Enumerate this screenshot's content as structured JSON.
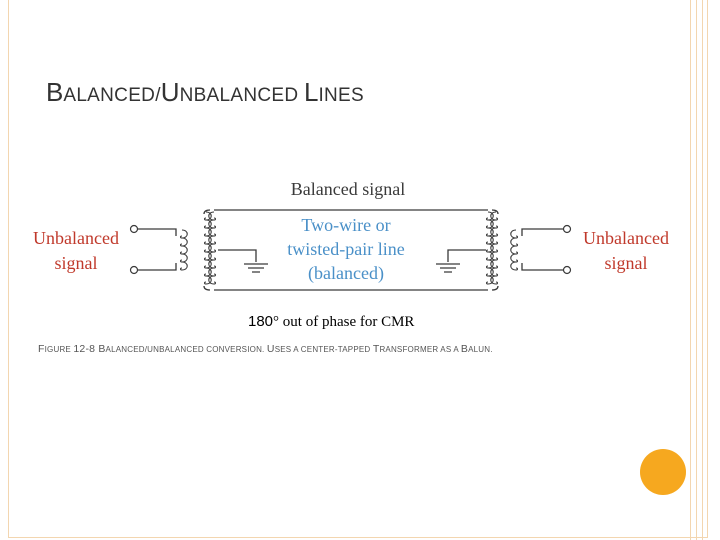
{
  "slide": {
    "title": {
      "text": "BALANCED/UNBALANCED LINES",
      "parts": [
        {
          "t": "B",
          "k": "cap"
        },
        {
          "t": "ALANCED/",
          "k": "sc"
        },
        {
          "t": "U",
          "k": "cap"
        },
        {
          "t": "NBALANCED ",
          "k": "sc"
        },
        {
          "t": "L",
          "k": "cap"
        },
        {
          "t": "INES",
          "k": "sc"
        }
      ]
    },
    "diagram": {
      "balanced_label": "Balanced signal",
      "center_label": [
        "Two-wire or",
        "twisted-pair line",
        "(balanced)"
      ],
      "left_label": [
        "Unbalanced",
        "signal"
      ],
      "right_label": [
        "Unbalanced",
        "signal"
      ],
      "colors": {
        "text": "#3a3a3a",
        "center_text": "#4a90c8",
        "accent_text": "#c0392b",
        "wire": "#3a3a3a"
      }
    },
    "phase_caption": {
      "number": "180",
      "rest": "° out of phase for CMR"
    },
    "figure_caption": {
      "text": "FIGURE 12-8 BALANCED/UNBALANCED CONVERSION. USES A CENTER-TAPPED TRANSFORMER AS A BALUN.",
      "parts": [
        {
          "t": "F",
          "k": "big"
        },
        {
          "t": "IGURE ",
          "k": "small"
        },
        {
          "t": "12-8 ",
          "k": "big"
        },
        {
          "t": "B",
          "k": "big"
        },
        {
          "t": "ALANCED/UNBALANCED CONVERSION. ",
          "k": "small"
        },
        {
          "t": "U",
          "k": "big"
        },
        {
          "t": "SES A CENTER-TAPPED ",
          "k": "small"
        },
        {
          "t": "T",
          "k": "big"
        },
        {
          "t": "RANSFORMER AS A ",
          "k": "small"
        },
        {
          "t": "B",
          "k": "big"
        },
        {
          "t": "ALUN.",
          "k": "small"
        }
      ]
    },
    "colors": {
      "border": "#f3d6b0",
      "accent_circle": "#f6a81f"
    }
  }
}
